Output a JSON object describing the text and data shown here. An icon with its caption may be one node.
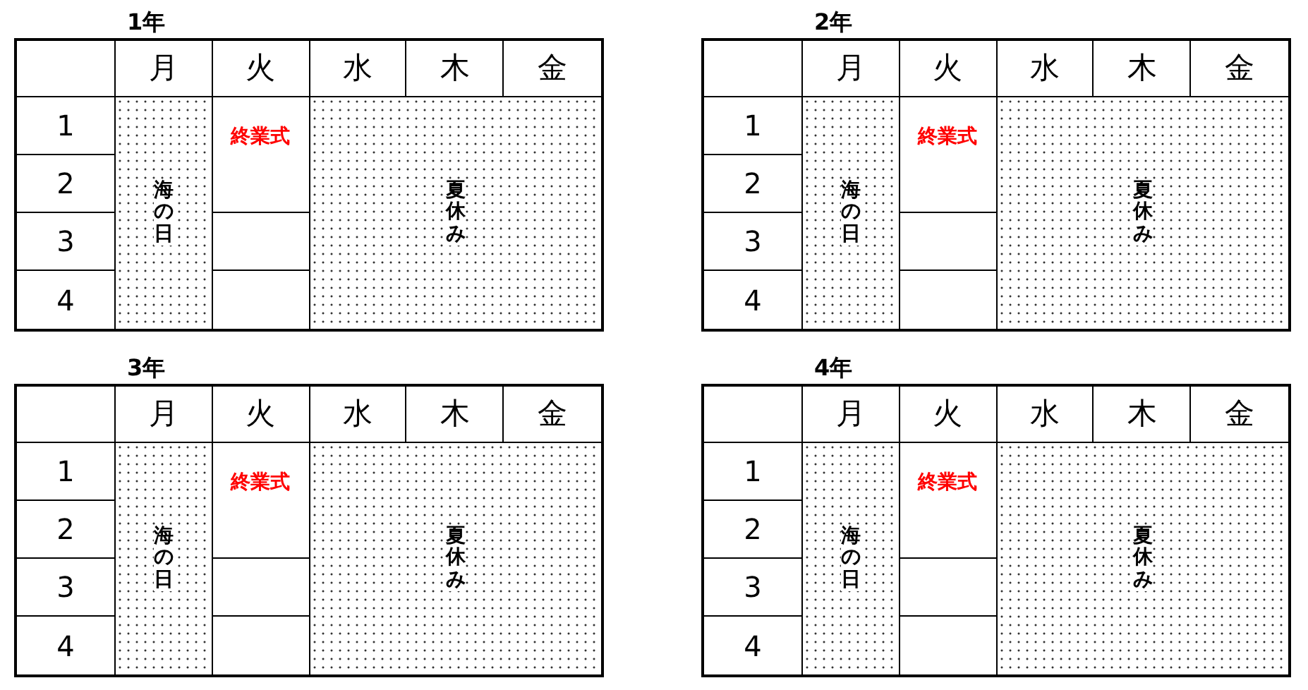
{
  "diagram": {
    "labels": [
      "1年",
      "月",
      "火",
      "水",
      "木",
      "金",
      "1",
      "海の日",
      "終業式",
      "夏休み",
      "2",
      "3",
      "4",
      "2年",
      "月",
      "火",
      "水",
      "木",
      "金",
      "1",
      "海の日",
      "終業式",
      "夏休み",
      "2",
      "3",
      "4",
      "3年",
      "月",
      "火",
      "水",
      "木",
      "金",
      "1",
      "海の日",
      "終業式",
      "夏休み",
      "2",
      "3",
      "4",
      "4年",
      "月",
      "火",
      "水",
      "木",
      "金",
      "1",
      "海の日",
      "終業式",
      "夏休み",
      "2",
      "3",
      "4"
    ]
  }
}
